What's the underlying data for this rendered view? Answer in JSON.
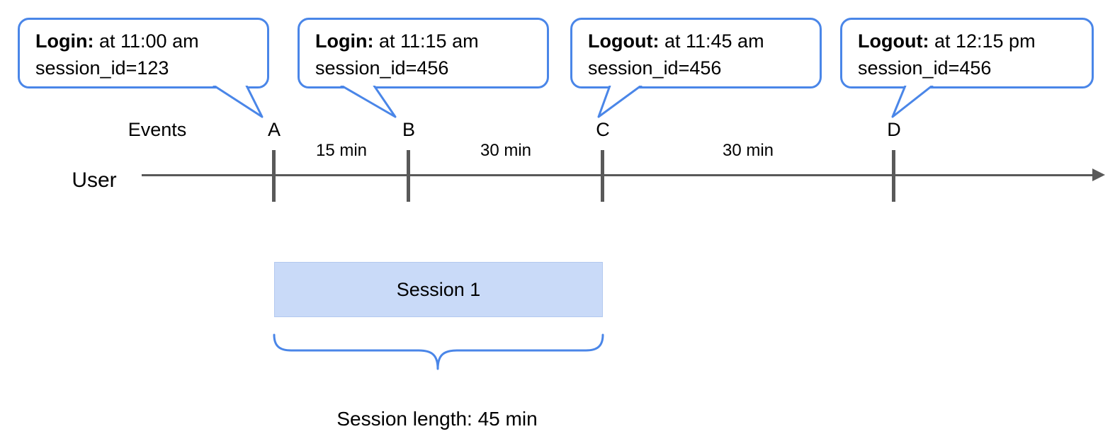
{
  "diagram": {
    "callouts": [
      {
        "title": "Login:",
        "time": "at 11:00 am",
        "session": "session_id=123"
      },
      {
        "title": "Login:",
        "time": "at 11:15 am",
        "session": "session_id=456"
      },
      {
        "title": "Logout:",
        "time": "at 11:45 am",
        "session": "session_id=456"
      },
      {
        "title": "Logout:",
        "time": "at 12:15 pm",
        "session": "session_id=456"
      }
    ],
    "events_label": "Events",
    "user_label": "User",
    "event_markers": [
      "A",
      "B",
      "C",
      "D"
    ],
    "intervals": [
      "15 min",
      "30 min",
      "30 min"
    ],
    "session_bar_label": "Session 1",
    "session_length_label": "Session length: 45 min"
  },
  "colors": {
    "callout_border": "#4a86e8",
    "session_fill": "#c9daf8",
    "timeline_line": "#595959",
    "text": "#000000"
  }
}
